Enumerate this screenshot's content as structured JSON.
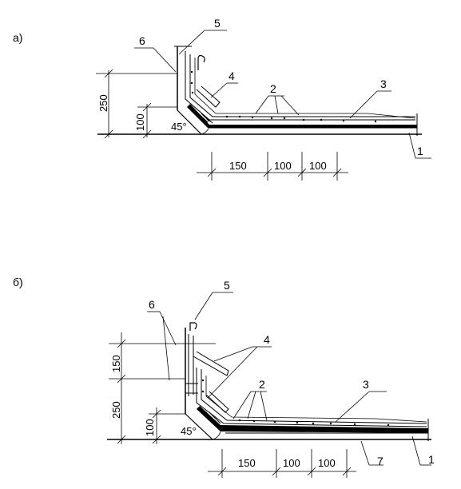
{
  "figures": [
    {
      "id": "a",
      "label": "а)",
      "callouts": {
        "n1": "1",
        "n2": "2",
        "n3": "3",
        "n4": "4",
        "n5": "5",
        "n6": "6"
      },
      "angle": "45°",
      "vertical_dims": {
        "total": "250",
        "lower": "100"
      },
      "horizontal_dims": [
        "150",
        "100",
        "100"
      ]
    },
    {
      "id": "b",
      "label": "б)",
      "callouts": {
        "n1": "1",
        "n2": "2",
        "n3": "3",
        "n4": "4",
        "n5": "5",
        "n6": "6",
        "n7": "7"
      },
      "angle": "45°",
      "vertical_dims": {
        "upper": "150",
        "total": "250",
        "lower": "100"
      },
      "horizontal_dims": [
        "150",
        "100",
        "100"
      ]
    }
  ]
}
